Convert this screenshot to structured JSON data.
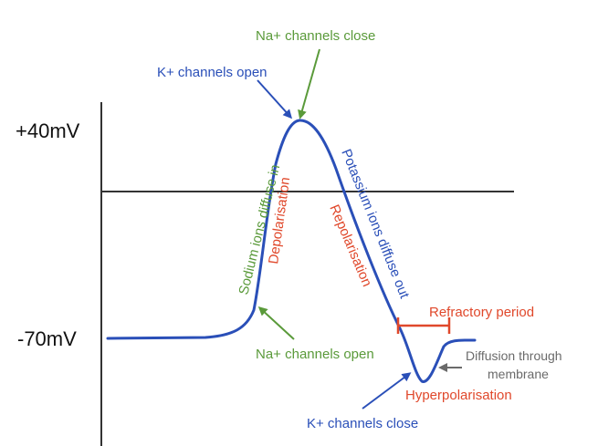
{
  "axis": {
    "top_label": "+40mV",
    "bottom_label": "-70mV"
  },
  "labels": {
    "na_close": "Na+ channels close",
    "k_open": "K+ channels open",
    "sodium_in": "Sodium ions diffuse in",
    "depolarisation": "Depolarisation",
    "potassium_out": "Potassium ions diffuse out",
    "repolarisation": "Repolarisation",
    "refractory": "Refractory period",
    "na_open": "Na+ channels open",
    "diffusion_1": "Diffusion through",
    "diffusion_2": "membrane",
    "hyperpolarisation": "Hyperpolarisation",
    "k_close": "K+ channels close"
  },
  "colors": {
    "curve": "#2a4fb8",
    "green": "#5a9a3a",
    "blue": "#2a4fb8",
    "red": "#e0482b",
    "gray": "#6a6a6a",
    "axis": "#333333"
  }
}
